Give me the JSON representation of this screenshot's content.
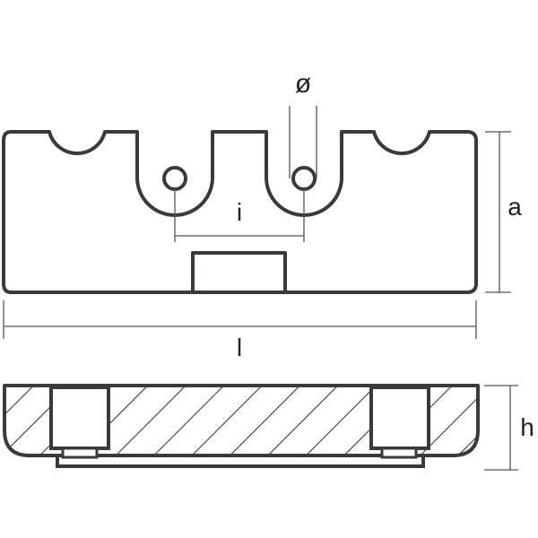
{
  "labels": {
    "diameter": "ø",
    "hole_spacing": "i",
    "length": "l",
    "height_top": "a",
    "height_side": "h"
  },
  "colors": {
    "line": "#3a3a3a",
    "dimension": "#555555",
    "background": "#ffffff"
  }
}
